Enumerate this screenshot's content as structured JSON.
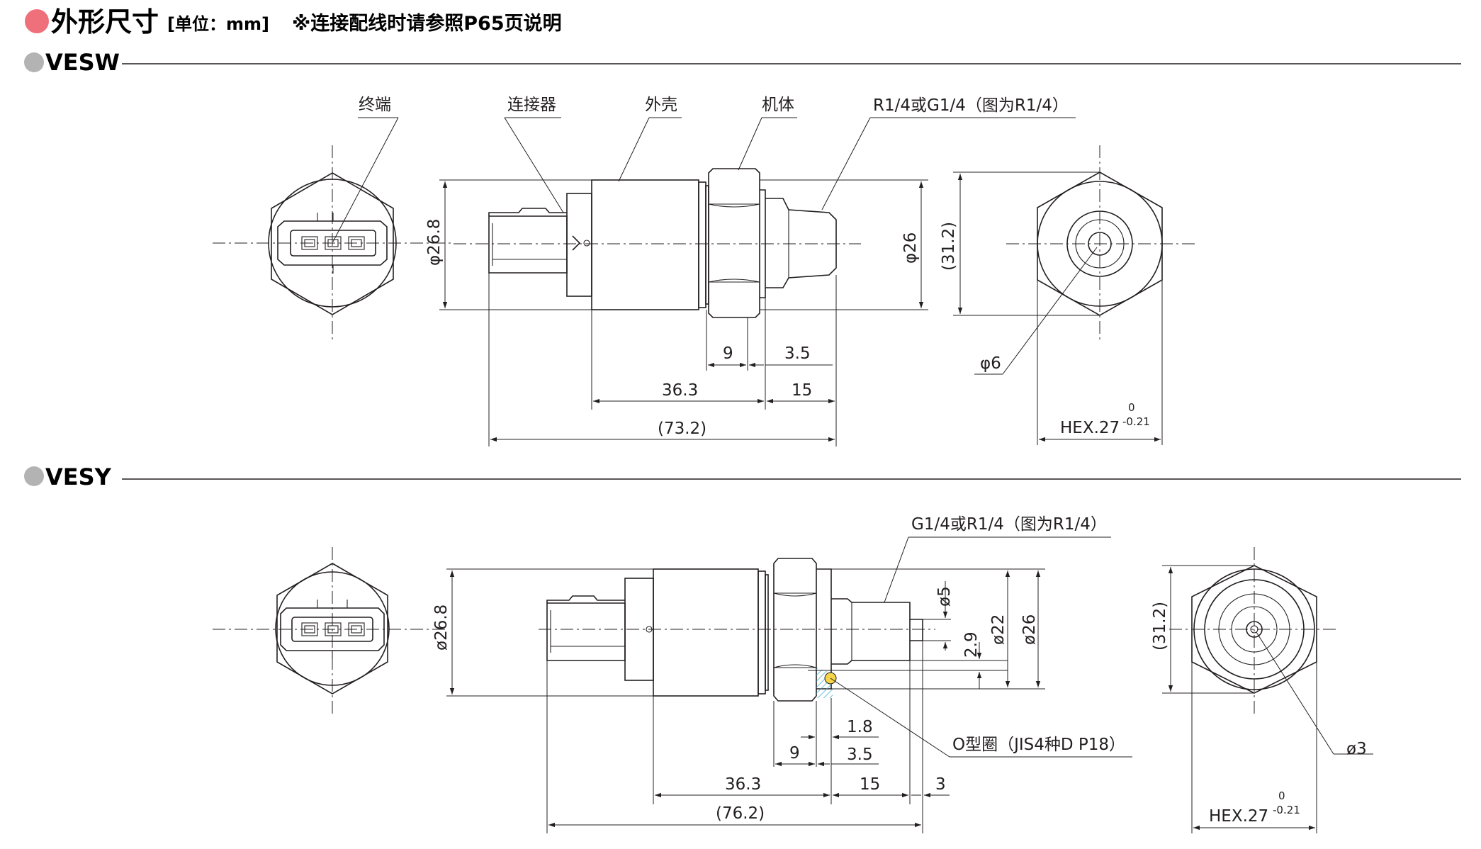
{
  "header": {
    "title": "外形尺寸",
    "unit": "[单位：mm]",
    "note": "※连接配线时请参照P65页说明",
    "bullet_color": "#ef6f7a",
    "sub_bullet_color": "#b3b3b3"
  },
  "sections": [
    {
      "model": "VESW",
      "parts": {
        "terminal": "终端",
        "connector": "连接器",
        "shell": "外壳",
        "body": "机体",
        "thread": "R1/4或G1/4（图为R1/4）"
      },
      "dims": {
        "d_connector": "φ26.8",
        "d_body": "φ26",
        "h_side": "(31.2)",
        "d_hole": "φ6",
        "w_9": "9",
        "w_3_5": "3.5",
        "w_36_3": "36.3",
        "w_15": "15",
        "w_total": "(73.2)",
        "hex": "HEX.27",
        "tol_upper": "0",
        "tol_lower": "-0.21"
      }
    },
    {
      "model": "VESY",
      "parts": {
        "thread": "G1/4或R1/4（图为R1/4）",
        "oring": "O型圈（JIS4种D P18）"
      },
      "dims": {
        "d_connector": "ø26.8",
        "d_5": "ø5",
        "d_22": "ø22",
        "d_26": "ø26",
        "h_2_9": "2.9",
        "h_side": "(31.2)",
        "d_hole": "ø3",
        "w_1_8": "1.8",
        "w_9": "9",
        "w_3_5": "3.5",
        "w_36_3": "36.3",
        "w_15": "15",
        "w_3": "3",
        "w_total": "(76.2)",
        "hex": "HEX.27",
        "tol_upper": "0",
        "tol_lower": "-0.21"
      }
    }
  ]
}
